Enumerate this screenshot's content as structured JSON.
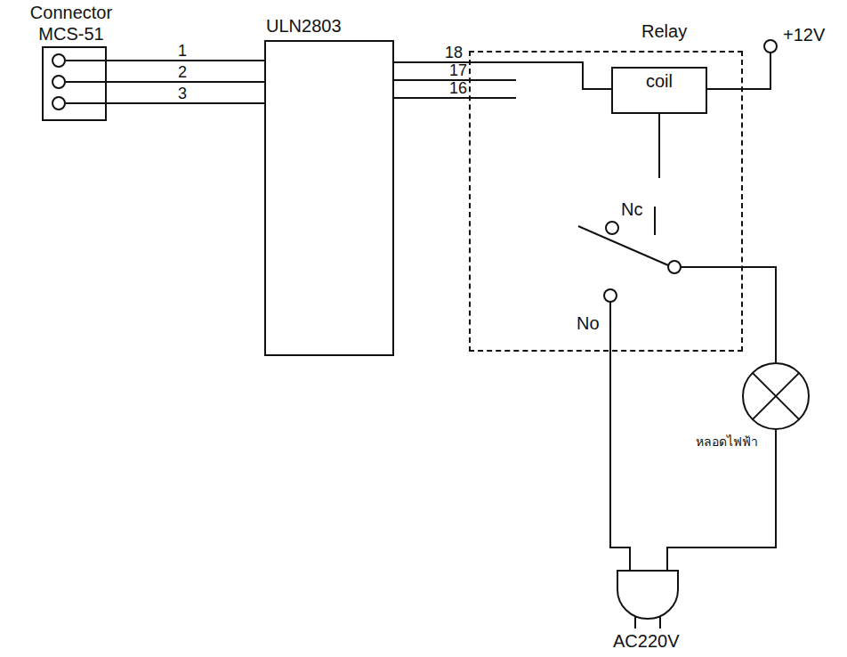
{
  "diagram": {
    "nodes": [
      {
        "text": [
          "Connector MCS-51"
        ]
      },
      {
        "text": [
          "ULN2803"
        ]
      },
      {
        "text": [
          "Relay"
        ]
      },
      {
        "text": [
          "coil"
        ],
        "in": 2
      },
      {
        "text": [
          "หลอดไฟฟ้า"
        ]
      },
      {
        "text": [
          "AC220V"
        ]
      }
    ],
    "edges": [
      {
        "from": 0,
        "to": 1,
        "label": "1",
        "arrow": "none"
      },
      {
        "from": 0,
        "to": 1,
        "label": "2",
        "arrow": "none"
      },
      {
        "from": 0,
        "to": 1,
        "label": "3",
        "arrow": "none"
      },
      {
        "from": 1,
        "to": 3,
        "label": "18",
        "arrow": "none"
      },
      {
        "from": 2,
        "to": 4,
        "arrow": "none"
      },
      {
        "from": 4,
        "to": 5,
        "arrow": "none"
      },
      {
        "from": 2,
        "to": 5,
        "arrow": "none"
      }
    ],
    "labels": [
      "17",
      "16",
      "+12V",
      "Nc",
      "No"
    ]
  }
}
